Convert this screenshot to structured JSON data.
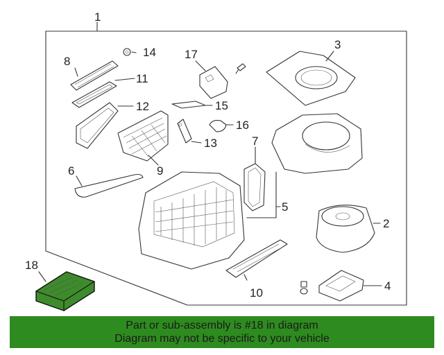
{
  "colors": {
    "banner": "#2e8b1f",
    "highlight_part": "#3e8b2c",
    "line": "#333333"
  },
  "callouts": {
    "c1": "1",
    "c2": "2",
    "c3": "3",
    "c4": "4",
    "c5": "5",
    "c6": "6",
    "c7": "7",
    "c8": "8",
    "c9": "9",
    "c10": "10",
    "c11": "11",
    "c12": "12",
    "c13": "13",
    "c14": "14",
    "c15": "15",
    "c16": "16",
    "c17": "17",
    "c18": "18"
  },
  "banner": {
    "line1": "Part or sub-assembly is #18 in diagram",
    "line2": "Diagram may not be specific to your vehicle"
  }
}
